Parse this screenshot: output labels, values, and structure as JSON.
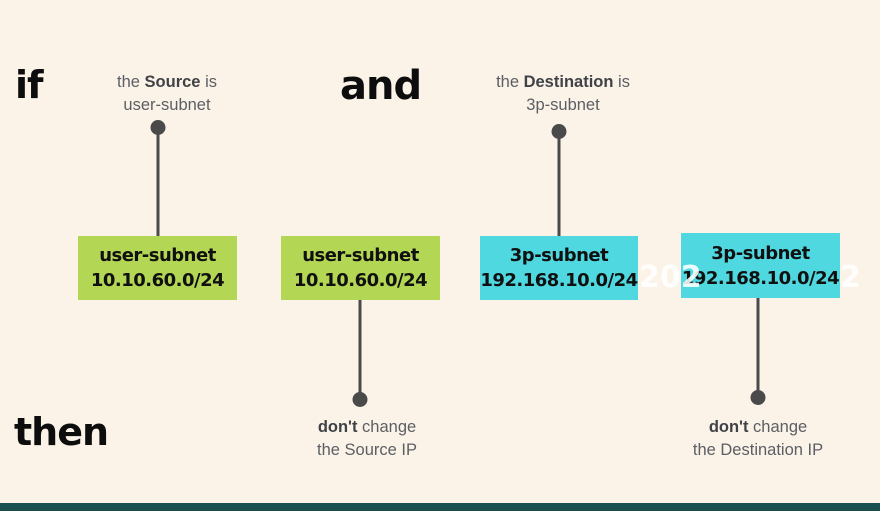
{
  "palette": {
    "background": "#FBF3E8",
    "green_box": "#B3D655",
    "cyan_box": "#4FD8E0",
    "connector": "#4a4a4a",
    "heading_text": "#0d0d0d",
    "note_text": "#5b5e63",
    "footer_bar": "#1B4E4E",
    "watermark": "#FFFFFF"
  },
  "headings": {
    "if": "if",
    "and": "and",
    "then": "then"
  },
  "conditions": [
    {
      "prefix": "the ",
      "keyword": "Source",
      "suffix": " is",
      "line2": "user-subnet"
    },
    {
      "prefix": "the ",
      "keyword": "Destination",
      "suffix": " is",
      "line2": "3p-subnet"
    }
  ],
  "boxes": [
    {
      "name": "user-subnet",
      "cidr": "10.10.60.0/24",
      "color": "#B3D655"
    },
    {
      "name": "user-subnet",
      "cidr": "10.10.60.0/24",
      "color": "#B3D655"
    },
    {
      "name": "3p-subnet",
      "cidr": "192.168.10.0/24",
      "color": "#4FD8E0"
    },
    {
      "name": "3p-subnet",
      "cidr": "192.168.10.0/24",
      "color": "#4FD8E0"
    }
  ],
  "results": [
    {
      "bold": "don't",
      "rest": " change",
      "line2": "the Source IP"
    },
    {
      "bold": "don't",
      "rest": " change",
      "line2": "the Destination IP"
    }
  ],
  "watermark": {
    "fragment1": "202",
    "fragment2": "2"
  }
}
